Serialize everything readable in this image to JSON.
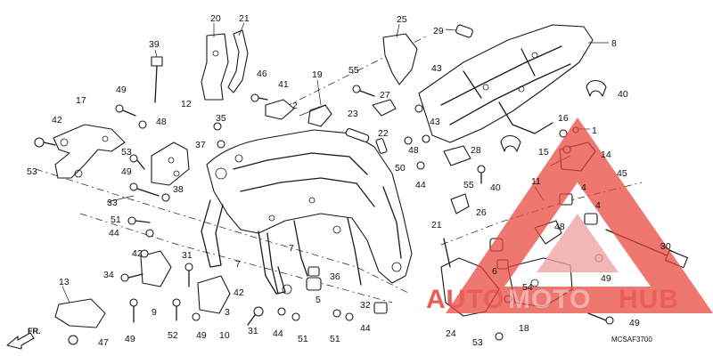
{
  "diagram": {
    "code": "MCSAF3700",
    "direction_label": "FR.",
    "callouts": {
      "c1": "1",
      "c2": "2",
      "c3": "3",
      "c4a": "4",
      "c4b": "4",
      "c5": "5",
      "c6": "6",
      "c7a": "7",
      "c7b": "7",
      "c8": "8",
      "c9": "9",
      "c10": "10",
      "c11": "11",
      "c12": "12",
      "c13": "13",
      "c14": "14",
      "c15": "15",
      "c16": "16",
      "c17": "17",
      "c18": "18",
      "c19": "19",
      "c20": "20",
      "c21a": "21",
      "c21b": "21",
      "c22": "22",
      "c23": "23",
      "c24": "24",
      "c25": "25",
      "c26": "26",
      "c27": "27",
      "c28": "28",
      "c29": "29",
      "c30": "30",
      "c31a": "31",
      "c31b": "31",
      "c32": "32",
      "c33": "33",
      "c34": "34",
      "c35": "35",
      "c36": "36",
      "c37": "37",
      "c38": "38",
      "c39": "39",
      "c40a": "40",
      "c40b": "40",
      "c41": "41",
      "c42a": "42",
      "c42b": "42",
      "c42c": "42",
      "c43a": "43",
      "c43b": "43",
      "c44a": "44",
      "c44b": "44",
      "c44c": "44",
      "c44d": "44",
      "c45": "45",
      "c46": "46",
      "c47": "47",
      "c48a": "48",
      "c48b": "48",
      "c49a": "49",
      "c49b": "49",
      "c49c": "49",
      "c49d": "49",
      "c49e": "49",
      "c50": "50",
      "c51a": "51",
      "c51b": "51",
      "c51c": "51",
      "c52": "52",
      "c53a": "53",
      "c53b": "53",
      "c53c": "53",
      "c54": "54",
      "c55a": "55",
      "c55b": "55"
    }
  },
  "watermark": {
    "text_a": "AUTO",
    "text_b": "MOTO",
    "text_c": "HUB",
    "colors": {
      "primary": "#e8433a",
      "secondary": "#f0a0a0"
    }
  }
}
